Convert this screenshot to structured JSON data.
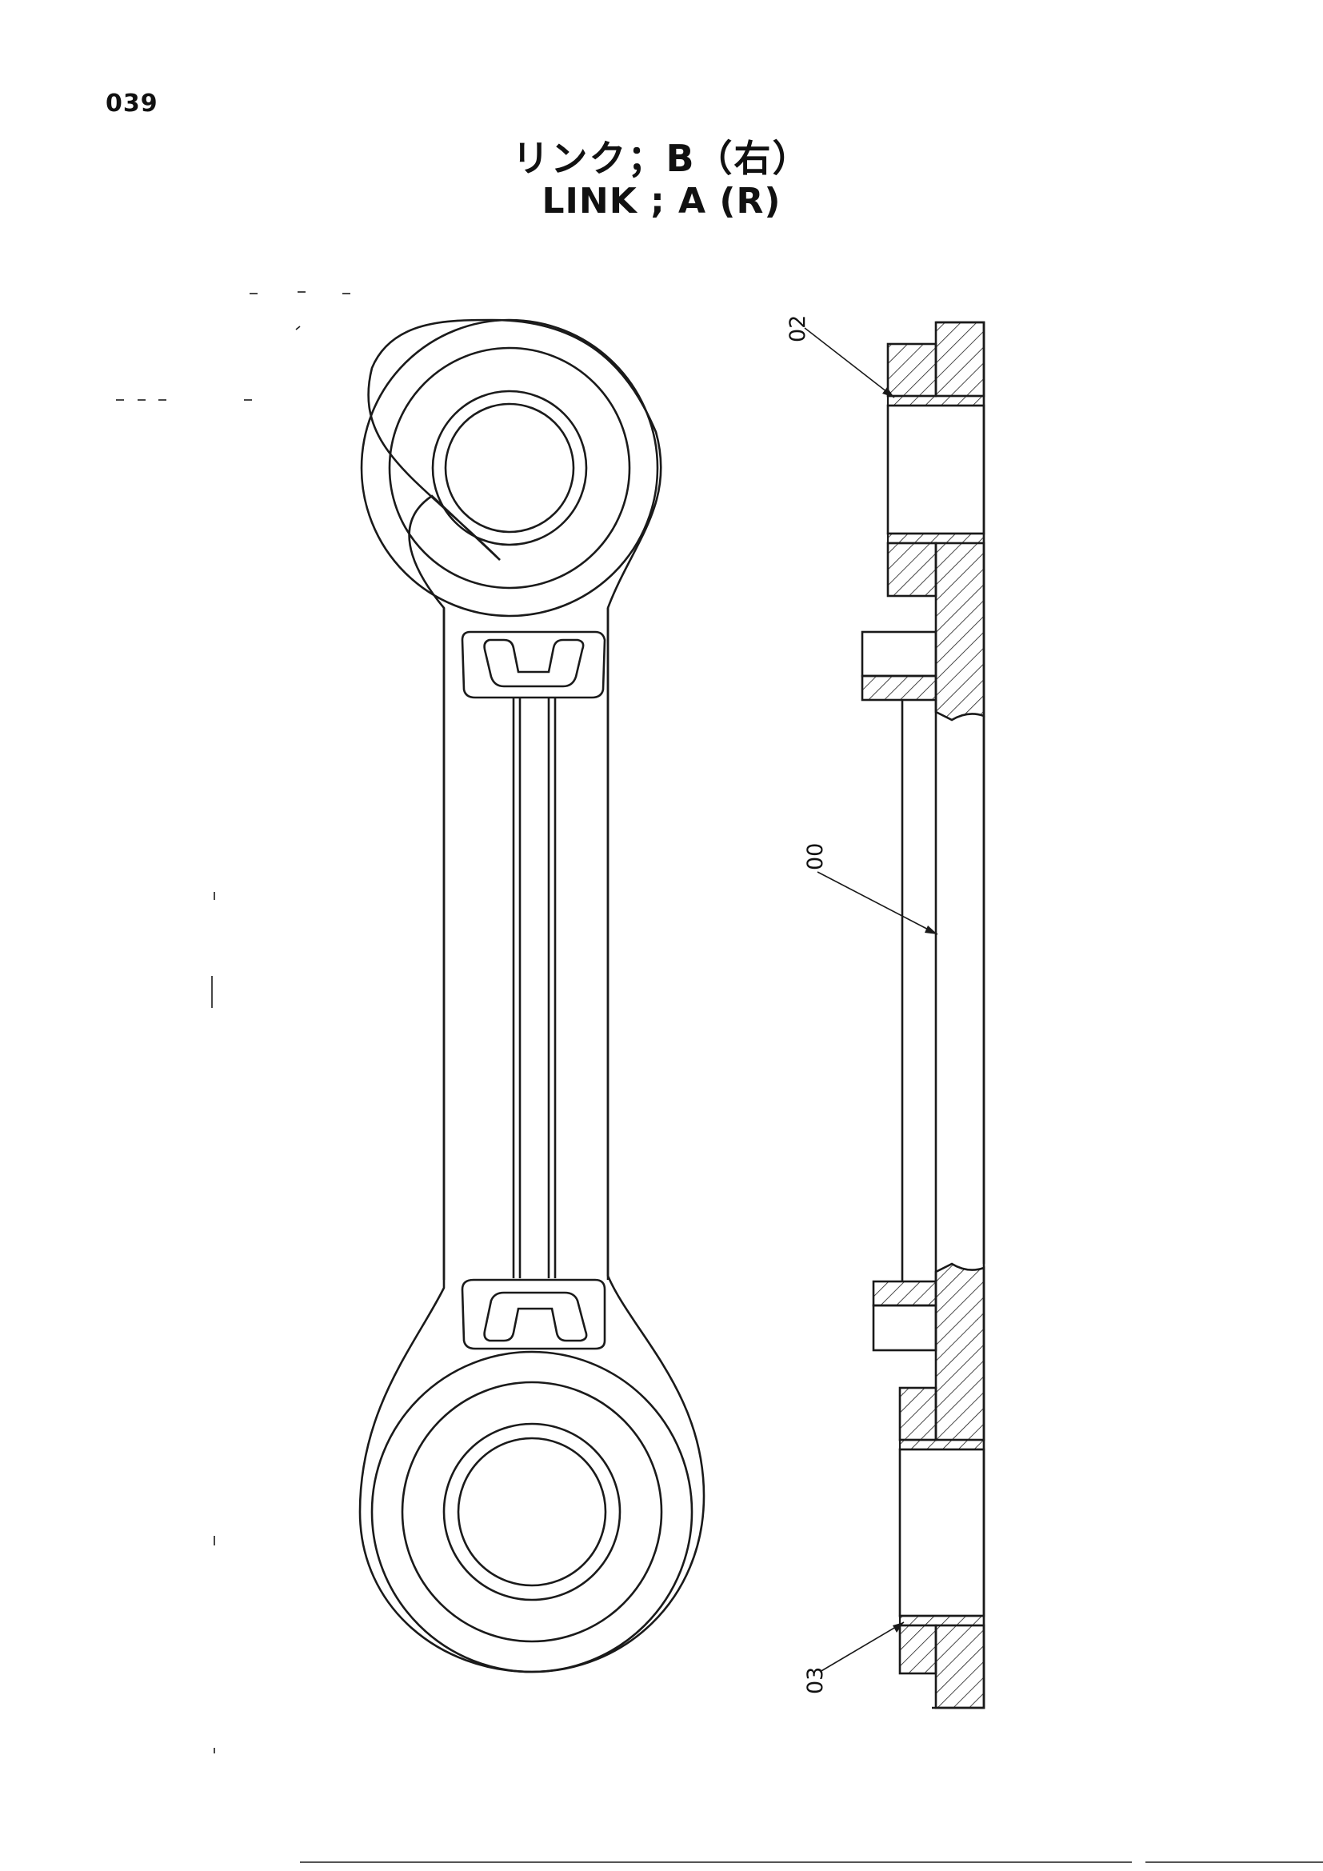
{
  "page": {
    "number": "039"
  },
  "title": {
    "japanese": "リンク；B（右）",
    "english": "LINK ; A (R)"
  },
  "callouts": [
    {
      "label": "02"
    },
    {
      "label": "00"
    },
    {
      "label": "03"
    }
  ]
}
